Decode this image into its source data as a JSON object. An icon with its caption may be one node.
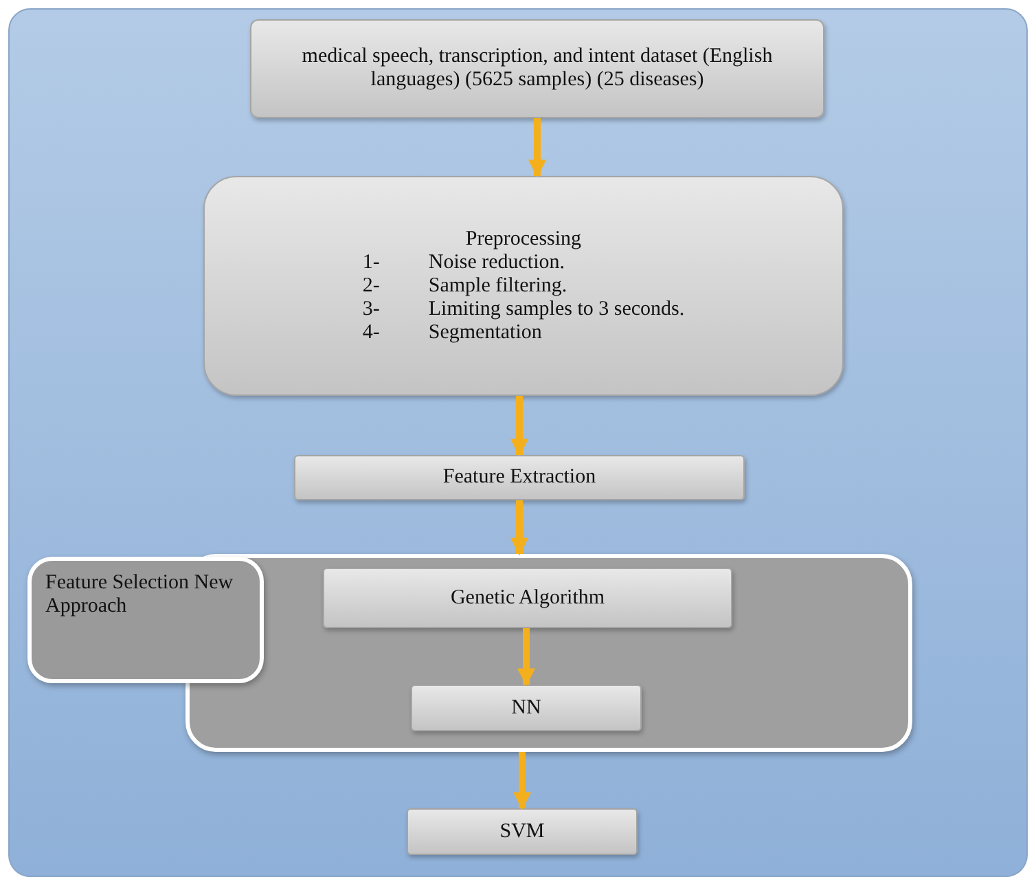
{
  "diagram": {
    "nodes": [
      {
        "text": [
          "medical speech, transcription, and intent dataset (English languages) (5625 samples) (25 diseases)"
        ]
      },
      {
        "text": [
          "Preprocessing",
          "1- Noise reduction.",
          "2- Sample filtering.",
          "3- Limiting samples to 3 seconds.",
          "4- Segmentation"
        ]
      },
      {
        "text": [
          "Feature Extraction"
        ]
      },
      {
        "text": [],
        "shape": "box"
      },
      {
        "text": [
          "Feature Selection New Approach"
        ]
      },
      {
        "text": [
          "Genetic Algorithm"
        ],
        "in": 3
      },
      {
        "text": [
          "NN"
        ],
        "in": 3
      },
      {
        "text": [
          "SVM"
        ]
      }
    ],
    "edges": [
      {
        "from": 0,
        "to": 1,
        "arrow": "to"
      },
      {
        "from": 1,
        "to": 2,
        "arrow": "to"
      },
      {
        "from": 2,
        "to": 3,
        "arrow": "to"
      },
      {
        "from": 5,
        "to": 6,
        "arrow": "to"
      },
      {
        "from": 3,
        "to": 7,
        "arrow": "to"
      }
    ]
  }
}
